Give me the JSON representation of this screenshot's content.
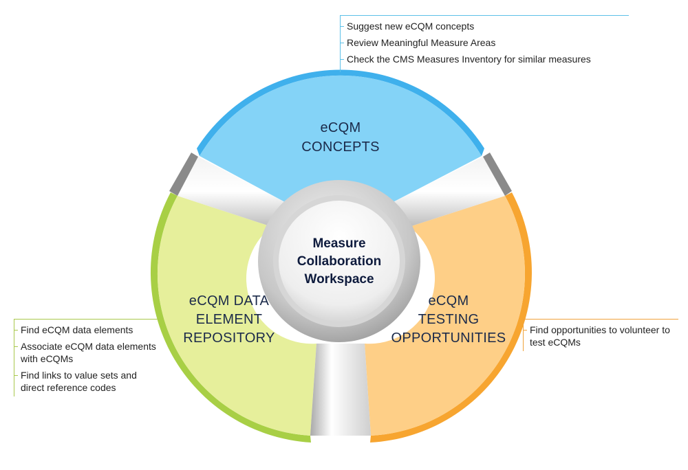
{
  "center": {
    "lines": [
      "Measure",
      "Collaboration",
      "Workspace"
    ]
  },
  "segments": {
    "top": {
      "lines": [
        "eCQM",
        "CONCEPTS"
      ],
      "color": "#84d3f7",
      "edge": "#3fb0ec"
    },
    "left": {
      "lines": [
        "eCQM DATA",
        "ELEMENT",
        "REPOSITORY"
      ],
      "color": "#e6ef9b",
      "edge": "#a8cf45"
    },
    "right": {
      "lines": [
        "eCQM",
        "TESTING",
        "OPPORTUNITIES"
      ],
      "color": "#fecf87",
      "edge": "#f7a530"
    }
  },
  "callouts": {
    "top": [
      "Suggest new eCQM concepts",
      "Review Meaningful Measure Areas",
      "Check the CMS Measures Inventory for similar measures"
    ],
    "left": [
      "Find eCQM data elements",
      "Associate eCQM data elements with eCQMs",
      "Find links to value sets and direct reference codes"
    ],
    "right": [
      "Find opportunities to volunteer to test eCQMs"
    ]
  }
}
